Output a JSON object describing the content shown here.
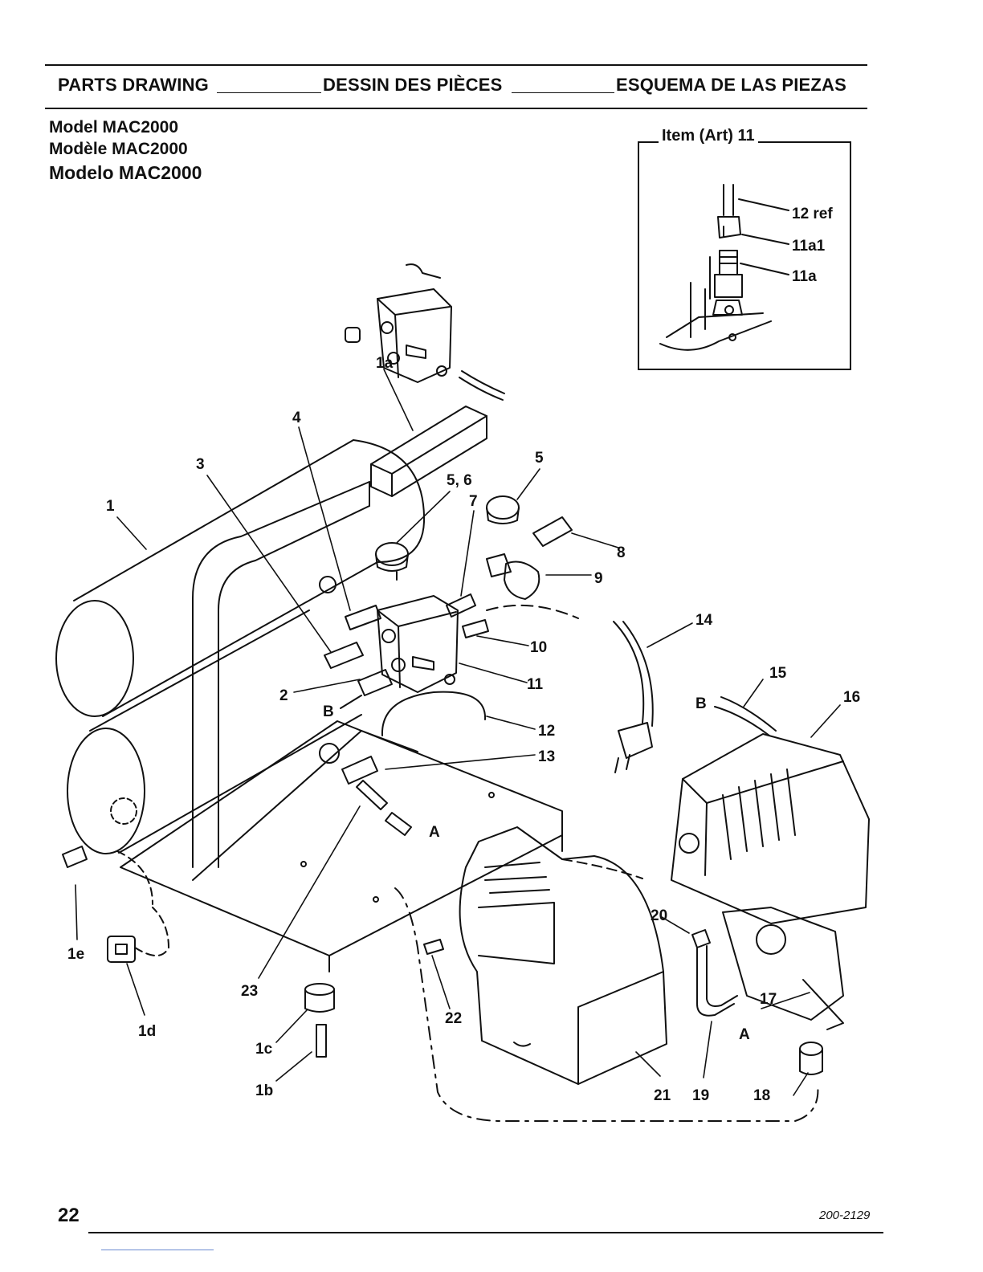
{
  "header": {
    "left": "PARTS DRAWING",
    "center": "DESSIN DES PIÈCES",
    "right": "ESQUEMA DE LAS PIEZAS"
  },
  "model": {
    "en": "Model  MAC2000",
    "fr": "Modèle  MAC2000",
    "es": "Modelo  MAC2000"
  },
  "inset": {
    "title": "Item (Art) 11",
    "labels": {
      "l12ref": "12 ref",
      "l11a1": "11a1",
      "l11a": "11a"
    }
  },
  "callouts": {
    "c1": "1",
    "c1b": "1b",
    "c1c": "1c",
    "c1d": "1d",
    "c1e": "1e",
    "c1a": "1a",
    "c2": "2",
    "c3": "3",
    "c4": "4",
    "c5": "5",
    "c56": "5, 6",
    "c7": "7",
    "c8": "8",
    "c9": "9",
    "c10": "10",
    "c11": "11",
    "c12": "12",
    "c13": "13",
    "c14": "14",
    "c15": "15",
    "c16": "16",
    "c17": "17",
    "c18": "18",
    "c19": "19",
    "c20": "20",
    "c21": "21",
    "c22": "22",
    "c23": "23",
    "mA1": "A",
    "mA2": "A",
    "mB1": "B",
    "mB2": "B"
  },
  "footer": {
    "page_number": "22",
    "doc_code": "200-2129"
  }
}
